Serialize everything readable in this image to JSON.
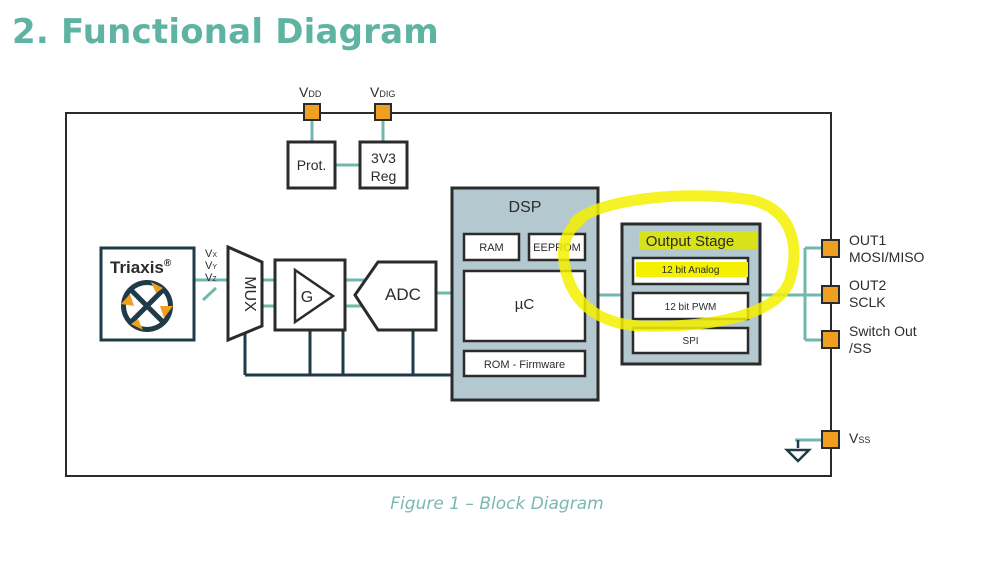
{
  "heading": "2. Functional Diagram",
  "caption": "Figure 1 – Block Diagram",
  "colors": {
    "accent": "#5fb3a3",
    "pin": "#f0a020",
    "block_fill": "#b4c8cf",
    "wire": "#1f3b47",
    "highlight": "#f3f000"
  },
  "supply": {
    "vdd": {
      "main": "V",
      "sub": "DD"
    },
    "vdig": {
      "main": "V",
      "sub": "DIG"
    }
  },
  "blocks": {
    "prot": "Prot.",
    "reg_line1": "3V3",
    "reg_line2": "Reg",
    "sensor": "Triaxis",
    "sensor_mark": "®",
    "mux": "MUX",
    "gain": "G",
    "adc": "ADC",
    "dsp": "DSP",
    "ram": "RAM",
    "eeprom": "EEPROM",
    "uc": "µC",
    "rom": "ROM - Firmware",
    "output_stage": "Output Stage",
    "analog": "12 bit Analog",
    "pwm": "12 bit PWM",
    "spi": "SPI"
  },
  "axes": [
    {
      "main": "V",
      "sub": "X"
    },
    {
      "main": "V",
      "sub": "Y"
    },
    {
      "main": "V",
      "sub": "Z"
    }
  ],
  "pins": {
    "out1_line1": "OUT1",
    "out1_line2": "MOSI/MISO",
    "out2_line1": "OUT2",
    "out2_line2": "SCLK",
    "sw_line1": "Switch Out",
    "sw_line2": "/SS",
    "vss": {
      "main": "V",
      "sub": "SS"
    }
  }
}
